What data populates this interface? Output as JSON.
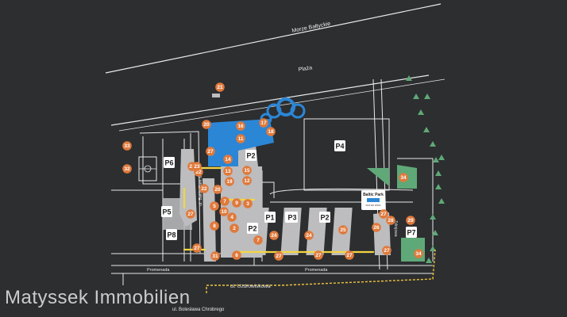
{
  "map": {
    "labels": {
      "sea": "Morze Bałtyckie",
      "beach": "Plaża",
      "promenade_left": "Promenada",
      "promenade_right": "Promenada",
      "street_uzdrowiskowa": "ul. Uzdrowiskowa",
      "street_chrobrego": "ul. Bolesława Chrobrego",
      "street_baltic_park_molo": "ul. Baltic Park Molo",
      "street_zdrojowa": "Zdrojowa"
    },
    "baltic_park_sign": {
      "title": "Baltic Park",
      "subtitle": "WATER PARK"
    },
    "colors": {
      "background": "#2d2e30",
      "building": "#bdbdbf",
      "pin": "#e07a3c",
      "water": "#2b86d6",
      "parking": "#ffffff",
      "path": "#f2d542",
      "tree": "#5fa877",
      "lines": "#e8e8e8"
    },
    "pins": [
      "21",
      "20",
      "16",
      "11",
      "17",
      "18",
      "33",
      "32",
      "27",
      "23",
      "22",
      "14",
      "13",
      "19",
      "15",
      "12",
      "20",
      "22",
      "7",
      "9",
      "3",
      "5",
      "10",
      "4",
      "8",
      "2",
      "27",
      "31",
      "6",
      "7",
      "24",
      "24",
      "25",
      "26",
      "27",
      "28",
      "29",
      "34",
      "27",
      "27",
      "27",
      "27",
      "27",
      "34",
      "23"
    ],
    "parkings": [
      "P1",
      "P2",
      "P3",
      "P4",
      "P5",
      "P6",
      "P7",
      "P8",
      "P2",
      "P3",
      "P2"
    ]
  },
  "watermark": "Matyssek Immobilien"
}
